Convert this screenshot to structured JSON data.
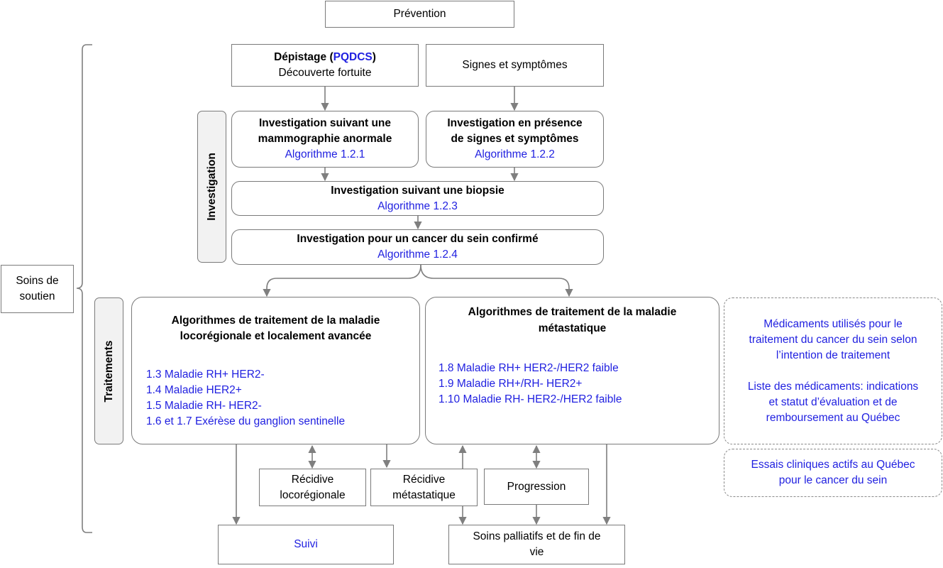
{
  "prevention": "Prévention",
  "depistage": {
    "title_before": "Dépistage (",
    "link": "PQDCS",
    "title_after": ")",
    "subtitle": "Découverte fortuite"
  },
  "signes": "Signes et symptômes",
  "invest_mammo": {
    "line1": "Investigation suivant une",
    "line2": "mammographie anormale",
    "algo": "Algorithme 1.2.1"
  },
  "invest_signes": {
    "line1": "Investigation en présence",
    "line2": "de signes et symptômes",
    "algo": "Algorithme 1.2.2"
  },
  "invest_biopsie": {
    "title": "Investigation suivant une biopsie",
    "algo": "Algorithme 1.2.3"
  },
  "invest_confirme": {
    "title": "Investigation pour un cancer du sein confirmé",
    "algo": "Algorithme 1.2.4"
  },
  "investigation_label": "Investigation",
  "traitements_label": "Traitements",
  "soins_soutien": {
    "line1": "Soins de",
    "line2": "soutien"
  },
  "locoregional": {
    "line1": "Algorithmes de traitement de la maladie",
    "line2": "locorégionale et localement avancée",
    "items": [
      "1.3 Maladie RH+ HER2-",
      "1.4 Maladie HER2+",
      "1.5 Maladie RH- HER2-",
      "1.6 et 1.7 Exérèse du ganglion sentinelle"
    ]
  },
  "metastatique": {
    "line1": "Algorithmes de traitement de la maladie",
    "line2": "métastatique",
    "items": [
      "1.8  Maladie RH+ HER2-/HER2 faible",
      "1.9 Maladie RH+/RH- HER2+",
      "1.10 Maladie RH- HER2-/HER2 faible"
    ]
  },
  "medicaments": {
    "l1": "Médicaments utilisés pour le",
    "l2": "traitement du cancer du sein selon",
    "l3": "l’intention de traitement",
    "l4": "Liste des médicaments: indications",
    "l5": "et statut d’évaluation et de",
    "l6": "remboursement au Québec"
  },
  "essais": {
    "l1": "Essais cliniques actifs au Québec",
    "l2": "pour le cancer du sein"
  },
  "recidive_loco": {
    "l1": "Récidive",
    "l2": "locorégionale"
  },
  "recidive_meta": {
    "l1": "Récidive",
    "l2": "métastatique"
  },
  "progression": "Progression",
  "suivi": "Suivi",
  "palliatifs": {
    "l1": "Soins palliatifs et de fin de",
    "l2": "vie"
  },
  "colors": {
    "link": "#1f1fe0",
    "border": "#7a7a7a",
    "arrow": "#7f7f7f",
    "side_fill": "#f2f2f2"
  }
}
